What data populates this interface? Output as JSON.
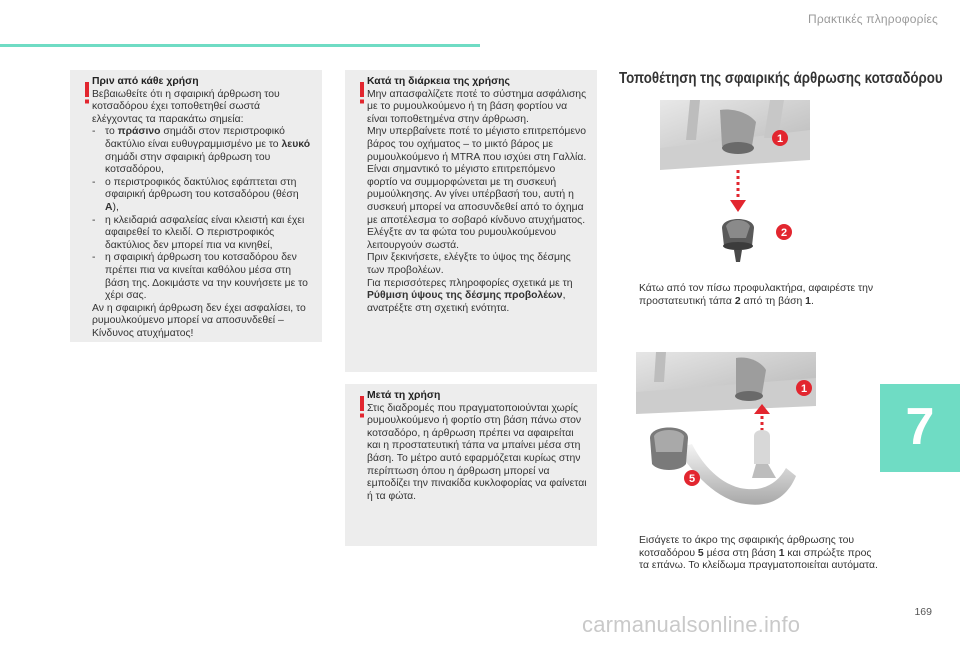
{
  "header": {
    "title": "Πρακτικές πληροφορίες"
  },
  "colors": {
    "accent": "#6fdcc4",
    "warning": "#e2262f",
    "box_bg": "#ededed"
  },
  "box1": {
    "title": "Πριν από κάθε χρήση",
    "intro": "Βεβαιωθείτε ότι η σφαιρική άρθρωση του κοτσαδόρου έχει τοποθετηθεί σωστά ελέγχοντας τα παρακάτω σημεία:",
    "item1_pre": "το ",
    "item1_bold1": "πράσινο",
    "item1_mid": " σημάδι στον περιστροφικό δακτύλιο είναι ευθυγραμμισμένο με το ",
    "item1_bold2": "λευκό",
    "item1_post": " σημάδι στην σφαιρική άρθρωση του κοτσαδόρου,",
    "item2_pre": "ο περιστροφικός δακτύλιος εφάπτεται στη σφαιρική άρθρωση του κοτσαδόρου (θέση ",
    "item2_bold": "A",
    "item2_post": "),",
    "item3": "η κλειδαριά ασφαλείας είναι κλειστή και έχει αφαιρεθεί το κλειδί. Ο περιστροφικός δακτύλιος δεν μπορεί πια να κινηθεί,",
    "item4": "η σφαιρική άρθρωση του κοτσαδόρου δεν πρέπει πια να κινείται καθόλου μέσα στη βάση της. Δοκιμάστε να την κουνήσετε με το χέρι σας.",
    "outro": "Αν η σφαιρική άρθρωση δεν έχει ασφαλίσει, το ρυμουλκούμενο μπορεί να αποσυνδεθεί – Κίνδυνος ατυχήματος!"
  },
  "box2": {
    "title": "Κατά τη διάρκεια της χρήσης",
    "p1": "Μην απασφαλίζετε ποτέ το σύστημα ασφάλισης με το ρυμουλκούμενο ή τη βάση φορτίου να είναι τοποθετημένα στην άρθρωση.",
    "p2": "Μην υπερβαίνετε ποτέ το μέγιστο επιτρεπόμενο βάρος του οχήματος – το μικτό βάρος με ρυμουλκούμενο ή MTRA που ισχύει στη Γαλλία.",
    "p3": "Είναι σημαντικό το μέγιστο επιτρεπόμενο φορτίο να συμμορφώνεται με τη συσκευή ρυμούλκησης. Αν γίνει υπέρβασή του, αυτή η συσκευή μπορεί να αποσυνδεθεί από το όχημα με αποτέλεσμα το σοβαρό κίνδυνο ατυχήματος.",
    "p4": "Ελέγξτε αν τα φώτα του ρυμουλκούμενου λειτουργούν σωστά.",
    "p5": "Πριν ξεκινήσετε, ελέγξτε το ύψος της δέσμης των προβολέων.",
    "p6_pre": "Για περισσότερες πληροφορίες σχετικά με τη ",
    "p6_bold": "Ρύθμιση ύψους της δέσμης προβολέων",
    "p6_post": ", ανατρέξτε στη σχετική ενότητα."
  },
  "box3": {
    "title": "Μετά τη χρήση",
    "p1": "Στις διαδρομές που πραγματοποιούνται χωρίς ρυμουλκούμενο ή φορτίο στη βάση πάνω στον κοτσαδόρο, η άρθρωση πρέπει να αφαιρείται και η προστατευτική τάπα να μπαίνει μέσα στη βάση. Το μέτρο αυτό εφαρμόζεται κυρίως στην περίπτωση όπου η άρθρωση μπορεί να εμποδίζει την πινακίδα κυκλοφορίας να φαίνεται ή τα φώτα."
  },
  "section": {
    "title": "Τοποθέτηση της σφαιρικής άρθρωσης κοτσαδόρου"
  },
  "figure1": {
    "callout_a": "1",
    "callout_b": "2"
  },
  "figure2": {
    "callout_a": "1",
    "callout_b": "5"
  },
  "step1": {
    "bullet": "",
    "pre": "Κάτω από τον πίσω προφυλακτήρα, αφαιρέστε την προστατευτική τάπα ",
    "bold1": "2",
    "mid": " από τη βάση ",
    "bold2": "1",
    "post": "."
  },
  "step2": {
    "bullet": "",
    "pre": "Εισάγετε το άκρο της σφαιρικής άρθρωσης του κοτσαδόρου ",
    "bold1": "5",
    "mid": " μέσα στη βάση ",
    "bold2": "1",
    "post": " και σπρώξτε προς τα επάνω. Το κλείδωμα πραγματοποιείται αυτόματα."
  },
  "chapter": {
    "number": "7"
  },
  "page": {
    "number": "169"
  },
  "watermark": {
    "text": "carmanualsonline.info"
  }
}
